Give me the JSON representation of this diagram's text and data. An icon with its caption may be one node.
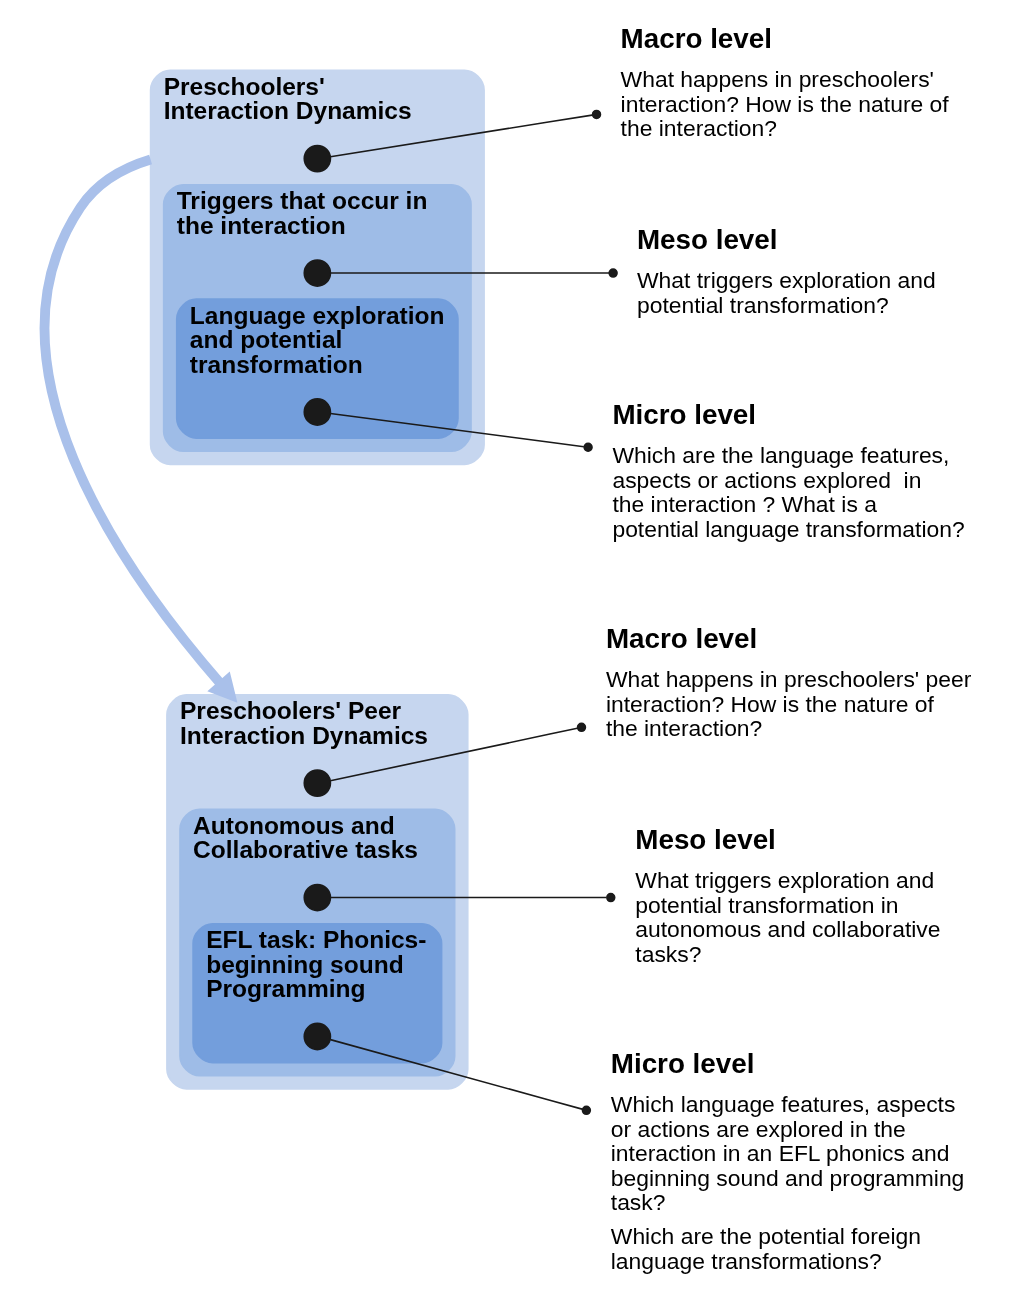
{
  "diagram": {
    "nodes": [
      {
        "text": [
          "Preschoolers' Interaction Dynamics"
        ]
      },
      {
        "text": [],
        "shape": "circle",
        "in": 0
      },
      {
        "text": [
          "Triggers that occur in the interaction"
        ],
        "in": 0
      },
      {
        "text": [],
        "shape": "circle",
        "in": 2
      },
      {
        "text": [
          "Language exploration and potential transformation"
        ],
        "in": 2
      },
      {
        "text": [],
        "shape": "circle",
        "in": 4
      },
      {
        "text": [
          "Macro level",
          "What happens in preschoolers' interaction? How is the nature of  the interaction?"
        ]
      },
      {
        "text": [
          "Meso level",
          "What triggers exploration and potential transformation?"
        ]
      },
      {
        "text": [
          "Micro level",
          "Which are the language features, aspects or actions explored  in the interaction ? What is a  potential language transformation?"
        ]
      },
      {
        "text": [
          "Preschoolers' Peer Interaction Dynamics"
        ]
      },
      {
        "text": [],
        "shape": "circle",
        "in": 9
      },
      {
        "text": [
          "Autonomous and Collaborative tasks"
        ],
        "in": 9
      },
      {
        "text": [],
        "shape": "circle",
        "in": 11
      },
      {
        "text": [
          "EFL task: Phonics- beginning sound Programming"
        ],
        "in": 11
      },
      {
        "text": [],
        "shape": "circle",
        "in": 13
      },
      {
        "text": [
          "Macro level",
          "What happens in preschoolers' peer interaction? How is the nature of the interaction?"
        ]
      },
      {
        "text": [
          "Meso level",
          "What triggers exploration and potential transformation in autonomous and collaborative tasks?"
        ]
      },
      {
        "text": [
          "Micro level",
          "Which language features, aspects or actions are explored in the interaction in an EFL phonics and beginning sound and programming task?",
          "Which are the potential foreign language transformations?"
        ]
      }
    ],
    "edges": [
      {
        "from": 1,
        "to": 6,
        "arrow": "other"
      },
      {
        "from": 3,
        "to": 7,
        "arrow": "other"
      },
      {
        "from": 5,
        "to": 8,
        "arrow": "other"
      },
      {
        "from": 0,
        "to": 9,
        "arrow": "to",
        "style": "thick",
        "color": "#a9c0ea"
      },
      {
        "from": 10,
        "to": 15,
        "arrow": "other"
      },
      {
        "from": 12,
        "to": 16,
        "arrow": "other"
      },
      {
        "from": 14,
        "to": 17,
        "arrow": "other"
      }
    ]
  }
}
